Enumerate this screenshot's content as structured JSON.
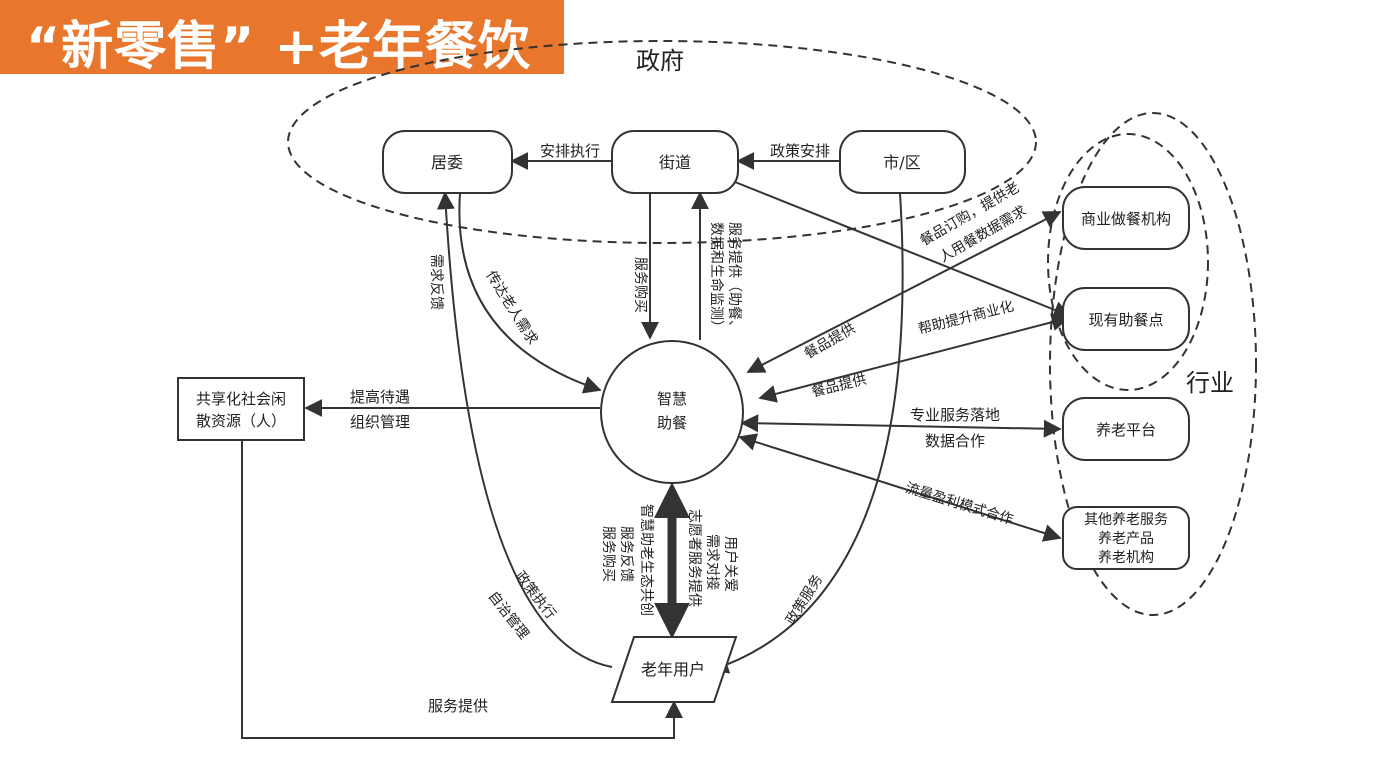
{
  "banner": {
    "title": "“新零售” +老年餐饮"
  },
  "groups": {
    "government": "政府",
    "industry": "行业"
  },
  "nodes": {
    "juwei": "居委",
    "jiedao": "街道",
    "shiqu": "市/区",
    "smart": [
      "智慧",
      "助餐"
    ],
    "shared": [
      "共享化社会闲",
      "散资源（人）"
    ],
    "elderly": "老年用户",
    "commercial": "商业做餐机构",
    "existing": "现有助餐点",
    "platform": "养老平台",
    "other": [
      "其他养老服务",
      "养老产品",
      "养老机构"
    ]
  },
  "edge_labels": {
    "arrange_exec": "安排执行",
    "policy_arrange": "政策安排",
    "demand_feedback": "需求反馈",
    "convey_needs": "传达老人需求",
    "service_purchase": "服务购买",
    "service_provide_1": "服务提供（助餐、",
    "service_provide_2": "数据和生命监测）",
    "meal_order_1": "餐品订购，提供老",
    "meal_order_2": "人用餐数据需求",
    "meal_supply_a": "餐品提供",
    "help_commercial": "帮助提升商业化",
    "meal_supply_b": "餐品提供",
    "pro_service": "专业服务落地",
    "data_coop": "数据合作",
    "traffic_coop": "流量盈利模式合作",
    "raise_treat": "提高待遇",
    "org_manage": "组织管理",
    "col1": "服务购买",
    "col2": "服务反馈",
    "col3": "智慧助老生态共创",
    "col4": "志愿者服务提供",
    "col5": "需求对接",
    "col6": "用户关爱",
    "policy_exec": "政策执行",
    "self_govern": "自治管理",
    "policy_service": "政策服务",
    "service_supply": "服务提供"
  },
  "colors": {
    "accent": "#e8762d",
    "stroke": "#333333",
    "text": "#222222"
  }
}
